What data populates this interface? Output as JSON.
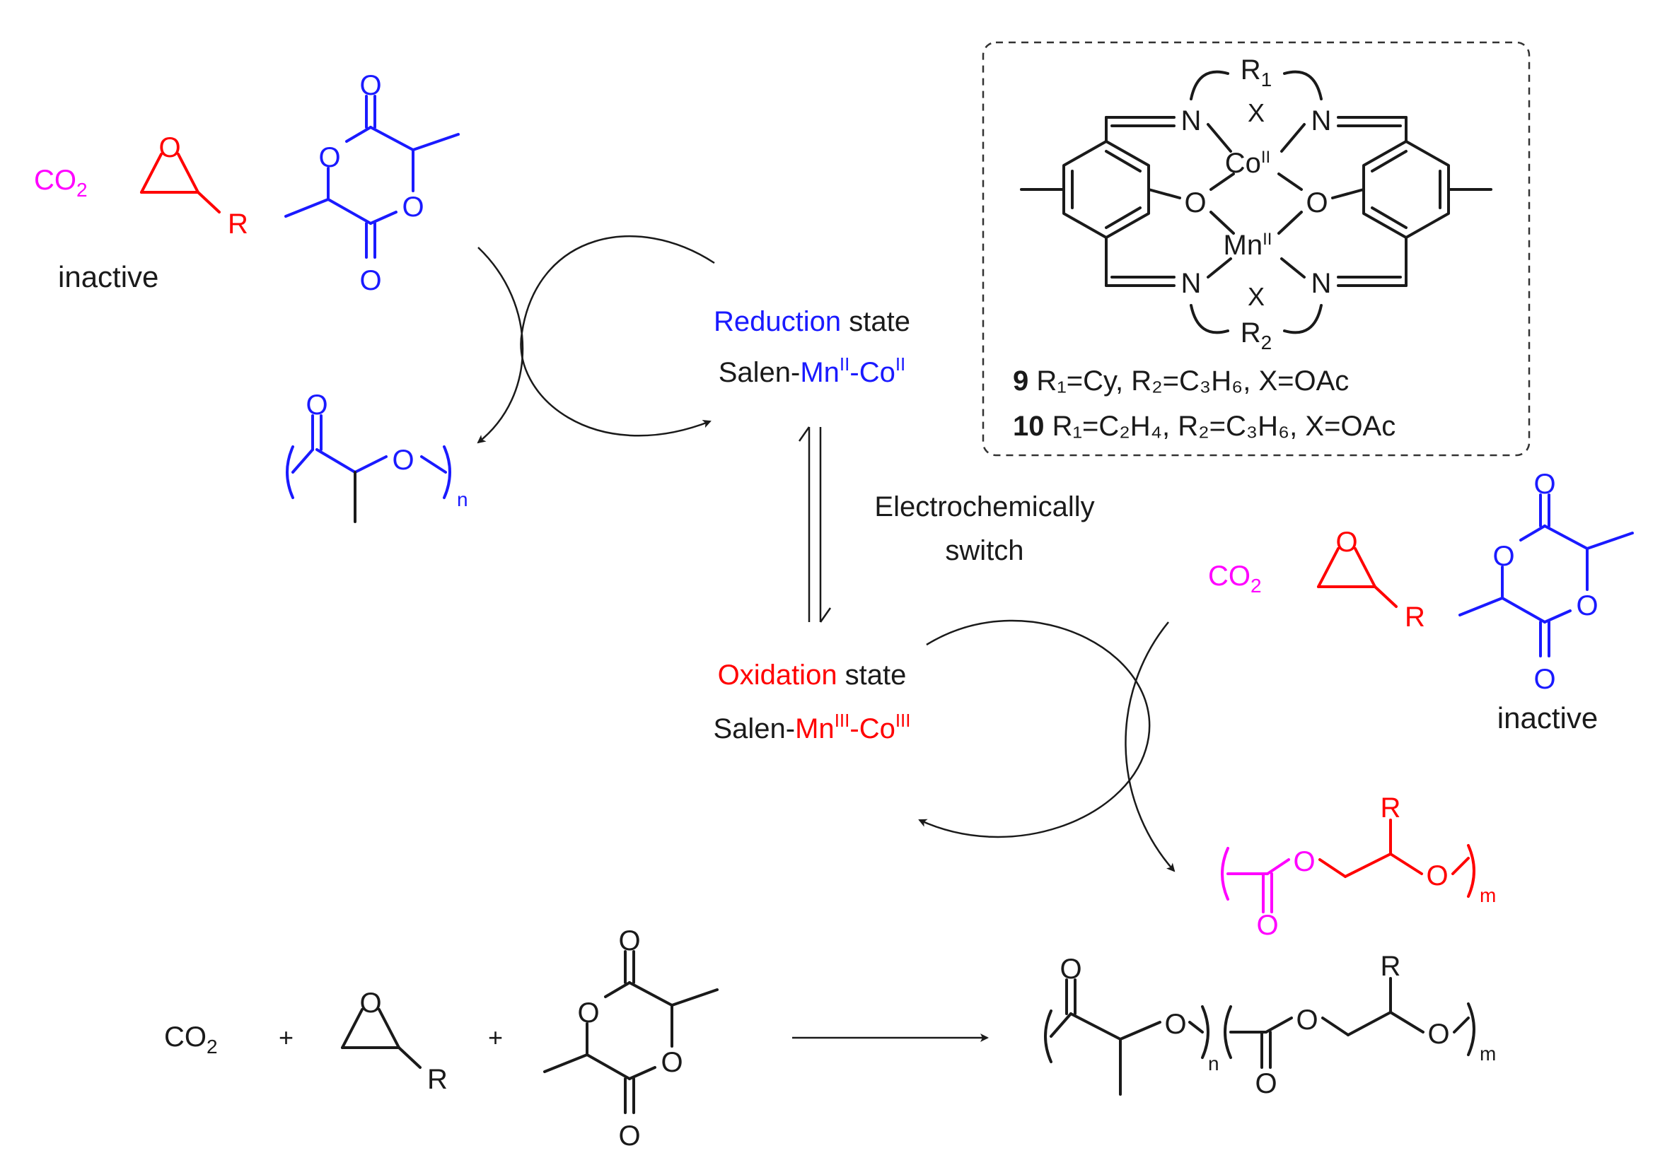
{
  "colors": {
    "black": "#1a1a1a",
    "blue": "#1a1aff",
    "red": "#ff0000",
    "magenta": "#ff00ff"
  },
  "labels": {
    "co2": "CO",
    "co2_sub": "2",
    "inactive": "inactive",
    "plus": "+",
    "r": "R",
    "o": "O",
    "n": "N",
    "x": "X",
    "sub_n": "n",
    "sub_m": "m"
  },
  "reduction": {
    "word": "Reduction",
    "state": " state",
    "salen": "Salen-",
    "mn": "Mn",
    "ox2": "II",
    "dash": "-",
    "co": "Co"
  },
  "oxidation": {
    "word": "Oxidation",
    "state": " state",
    "salen": "Salen-",
    "mn": "Mn",
    "ox3": "III",
    "dash": "-",
    "co": "Co"
  },
  "switch_label": {
    "line1": "Electrochemically",
    "line2": "switch"
  },
  "catalyst": {
    "r1": "R",
    "r1_sub": "1",
    "r2": "R",
    "r2_sub": "2",
    "co": "Co",
    "co_ox": "II",
    "mn": "Mn",
    "mn_ox": "II",
    "legend": [
      {
        "num": "9",
        "text": " R₁=Cy, R₂=C₃H₆, X=OAc"
      },
      {
        "num": "10",
        "text": " R₁=C₂H₄, R₂=C₃H₆, X=OAc"
      }
    ]
  }
}
